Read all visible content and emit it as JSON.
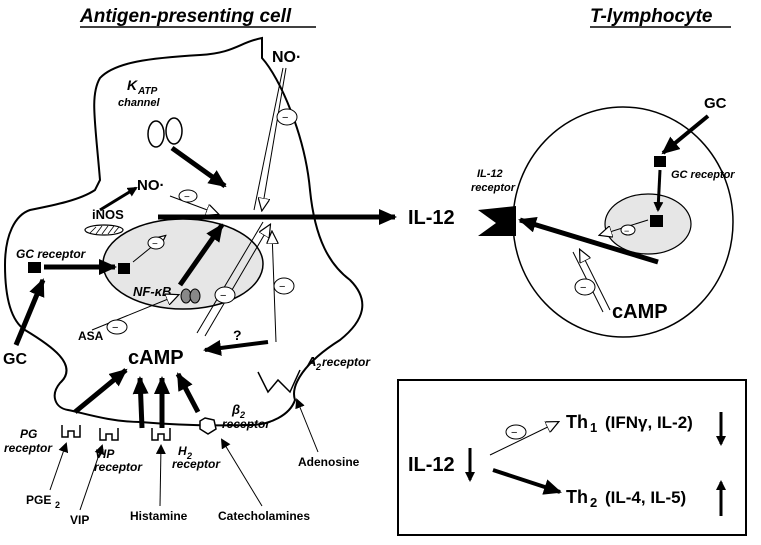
{
  "titles": {
    "apc": "Antigen-presenting cell",
    "tcell": "T-lymphocyte"
  },
  "apc": {
    "katp_k": "K",
    "katp_sub": "ATP",
    "katp_channel": "channel",
    "no_top": "NO·",
    "no_inner": "NO·",
    "inos": "iNOS",
    "gc_receptor": "GC receptor",
    "nfkb": "NF-κB",
    "gc": "GC",
    "asa": "ASA",
    "camp": "cAMP",
    "question": "?",
    "a2_a": "A",
    "a2_sub": "2",
    "a2_receptor": "receptor",
    "beta_b": "β",
    "beta_sub": "2",
    "beta_receptor": "receptor",
    "pg_line1": "PG",
    "pg_line2": "receptor",
    "vip_line1": "VIP",
    "vip_line2": "receptor",
    "h2_h": "H",
    "h2_sub": "2",
    "h2_receptor": "receptor",
    "pge": "PGE",
    "pge_sub": "2",
    "vip": "VIP",
    "histamine": "Histamine",
    "catecholamines": "Catecholamines",
    "adenosine": "Adenosine",
    "il12": "IL-12"
  },
  "tcell": {
    "gc": "GC",
    "gc_receptor": "GC receptor",
    "il12_rec_line1": "IL-12",
    "il12_rec_line2": "receptor",
    "camp": "cAMP"
  },
  "box": {
    "il12": "IL-12",
    "th1_th": "Th",
    "th1_sub": "1",
    "th1_rest": "(IFNγ, IL-2)",
    "th2_th": "Th",
    "th2_sub": "2",
    "th2_rest": "(IL-4, IL-5)"
  },
  "inhibit_symbol": "−"
}
